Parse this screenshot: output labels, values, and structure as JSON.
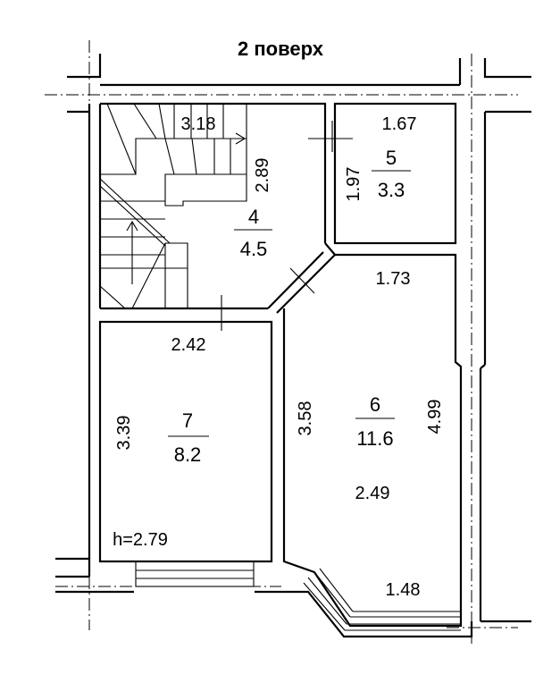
{
  "title": "2 поверх",
  "ceiling_height": "h=2.79",
  "rooms": [
    {
      "id": "4",
      "number": "4",
      "area": "4.5"
    },
    {
      "id": "5",
      "number": "5",
      "area": "3.3"
    },
    {
      "id": "6",
      "number": "6",
      "area": "11.6"
    },
    {
      "id": "7",
      "number": "7",
      "area": "8.2"
    }
  ],
  "dimensions": {
    "stairs_width": "3.18",
    "room4_depth": "2.89",
    "room5_width": "1.67",
    "room5_depth": "1.97",
    "room6_top": "1.73",
    "room6_left": "3.58",
    "room6_right": "4.99",
    "room6_mid": "2.49",
    "room6_bay": "1.48",
    "room7_width": "2.42",
    "room7_depth": "3.39"
  }
}
